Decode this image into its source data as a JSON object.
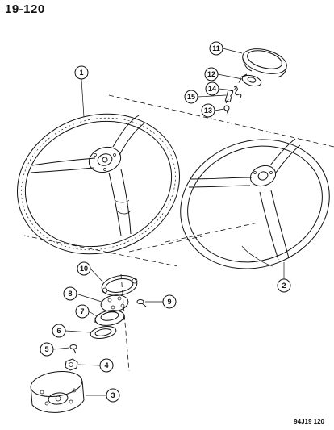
{
  "page_number": "19-120",
  "figure_ref": "94J19 120",
  "callouts": [
    {
      "id": "wheel-a",
      "number": "1"
    },
    {
      "id": "wheel-b",
      "number": "2"
    },
    {
      "id": "hub",
      "number": "3"
    },
    {
      "id": "nut",
      "number": "4"
    },
    {
      "id": "screw",
      "number": "5"
    },
    {
      "id": "ring-6",
      "number": "6"
    },
    {
      "id": "ring-7",
      "number": "7"
    },
    {
      "id": "plate-8",
      "number": "8"
    },
    {
      "id": "screw-9",
      "number": "9"
    },
    {
      "id": "ring-10",
      "number": "10"
    },
    {
      "id": "horn-pad",
      "number": "11"
    },
    {
      "id": "contact",
      "number": "12"
    },
    {
      "id": "bolt-13",
      "number": "13"
    },
    {
      "id": "spring-14",
      "number": "14"
    },
    {
      "id": "pin-15",
      "number": "15"
    }
  ]
}
